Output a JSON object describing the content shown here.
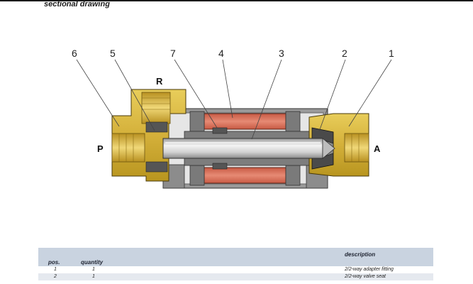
{
  "page": {
    "heading": "sectional drawing"
  },
  "drawing": {
    "callouts": [
      "6",
      "5",
      "7",
      "4",
      "3",
      "2",
      "1"
    ],
    "ports": {
      "r": "R",
      "p": "P",
      "a": "A"
    },
    "colors": {
      "brass": "#d6b53c",
      "brass_dark": "#a9861d",
      "coil": "#d9705a",
      "steel": "#c4c4c4",
      "housing_grey": "#8f8f8f"
    }
  },
  "table": {
    "headers": {
      "pos": "pos.",
      "quantity": "quantity",
      "description": "description"
    },
    "rows": [
      {
        "pos": "1",
        "quantity": "1",
        "description": "2/2-way adapter fitting"
      },
      {
        "pos": "2",
        "quantity": "1",
        "description": "2/2-way valve seat"
      }
    ]
  }
}
